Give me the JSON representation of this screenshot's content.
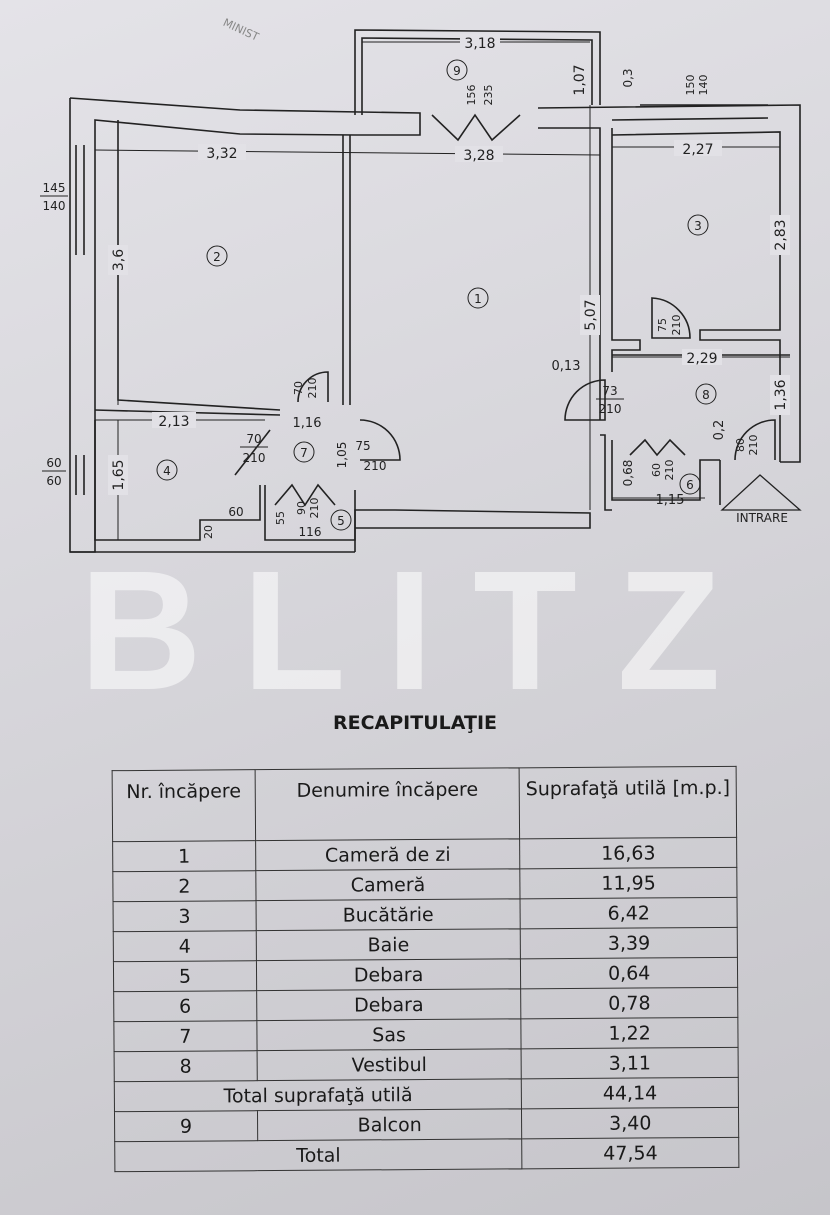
{
  "watermark": "BLITZ",
  "stamp_text": "MINIST",
  "plan": {
    "rooms": [
      "1",
      "2",
      "3",
      "4",
      "5",
      "6",
      "7",
      "8",
      "9"
    ],
    "dimensions": {
      "balcony_width": "3,18",
      "balcony_depth": "1,07",
      "balcony_door": [
        "156",
        "235"
      ],
      "wall_03": "0,3",
      "kitchen_window": [
        "150",
        "140"
      ],
      "room2_width": "3,32",
      "room1_width": "3,28",
      "kitchen_width": "2,27",
      "room2_window": [
        "145",
        "140"
      ],
      "room2_depth": "3,6",
      "kitchen_depth": "2,83",
      "room1_depth": "5,07",
      "kitchen_door": [
        "75",
        "210"
      ],
      "wall_013": "0,13",
      "hall_width": "2,29",
      "hall_depth": "1,36",
      "hall_door": [
        "73",
        "210"
      ],
      "wall_02": "0,2",
      "bath_width": "2,13",
      "sas_width": "1,16",
      "room2_door": [
        "70",
        "210"
      ],
      "bath_door": [
        "70",
        "210"
      ],
      "sas_depth": "1,05",
      "sas_door": [
        "75",
        "210"
      ],
      "bath_window": [
        "60",
        "60"
      ],
      "bath_depth": "1,65",
      "closet6_door": [
        "60",
        "210"
      ],
      "closet6_depth": "0,68",
      "closet6_width": "1,15",
      "entry_door": [
        "80",
        "210"
      ],
      "closet5_door": [
        "90",
        "210"
      ],
      "closet5_depth": "55",
      "closet5_width": "116",
      "bath_60": "60",
      "bath_20": "20",
      "entrance_label": "INTRARE"
    }
  },
  "summary": {
    "title": "RECAPITULAŢIE",
    "headers": [
      "Nr. încăpere",
      "Denumire încăpere",
      "Suprafaţă utilă [m.p.]"
    ],
    "rows": [
      {
        "nr": "1",
        "name": "Cameră de zi",
        "area": "16,63"
      },
      {
        "nr": "2",
        "name": "Cameră",
        "area": "11,95"
      },
      {
        "nr": "3",
        "name": "Bucătărie",
        "area": "6,42"
      },
      {
        "nr": "4",
        "name": "Baie",
        "area": "3,39"
      },
      {
        "nr": "5",
        "name": "Debara",
        "area": "0,64"
      },
      {
        "nr": "6",
        "name": "Debara",
        "area": "0,78"
      },
      {
        "nr": "7",
        "name": "Sas",
        "area": "1,22"
      },
      {
        "nr": "8",
        "name": "Vestibul",
        "area": "3,11"
      }
    ],
    "total_util_label": "Total suprafaţă utilă",
    "total_util_value": "44,14",
    "balcony": {
      "nr": "9",
      "name": "Balcon",
      "area": "3,40"
    },
    "total_label": "Total",
    "total_value": "47,54"
  }
}
